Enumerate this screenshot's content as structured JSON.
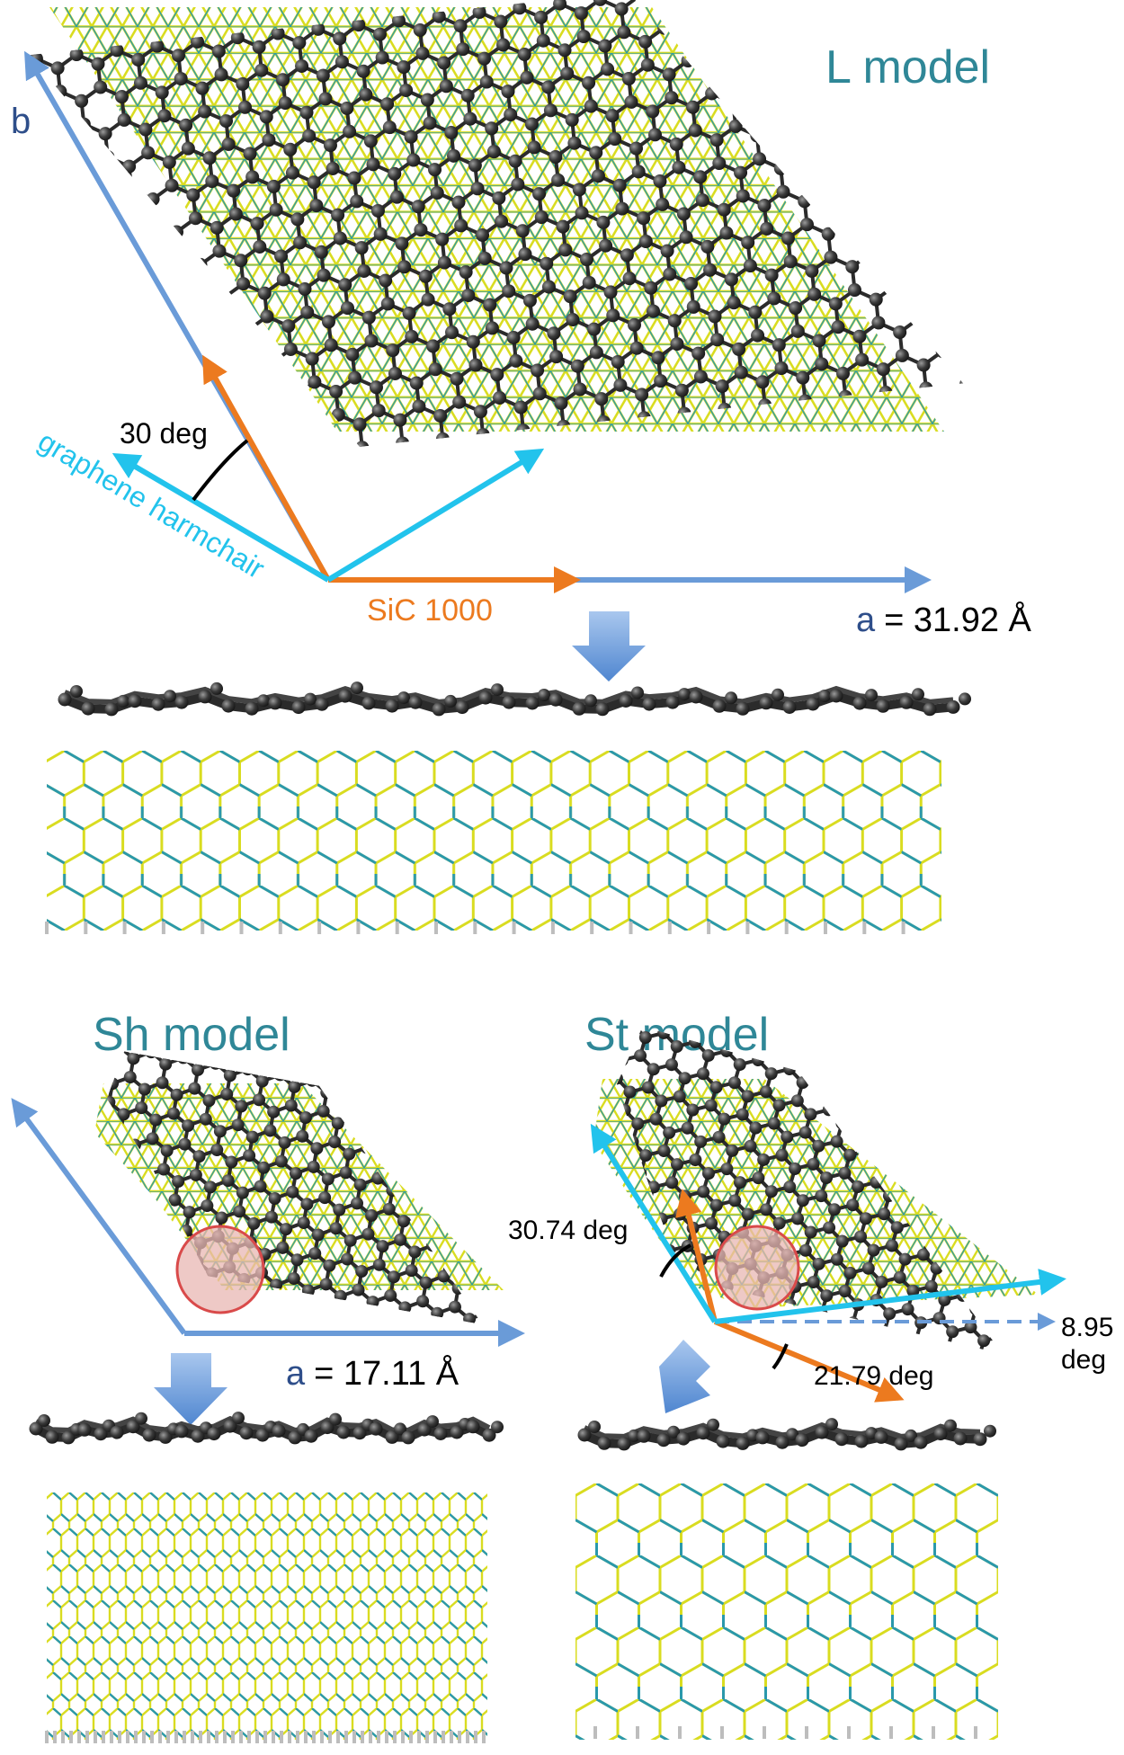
{
  "colors": {
    "vector_blue": "#6a9bd8",
    "vector_orange": "#ec7a1f",
    "vector_cyan": "#22c3ec",
    "carbon": "#3a3a3a",
    "silicon_yellow": "#d9dc20",
    "carbon_teal": "#2a98ab",
    "title_teal": "#2f8797",
    "label_navy": "#2e4e8a",
    "down_arrow": "#6f9fdc",
    "circle_red": "#d94a4a"
  },
  "panel_L": {
    "title": "L model",
    "b_label": "b",
    "angle_label": "30 deg",
    "armchair_label": "graphene harmchair",
    "sic_label": "SiC 1000",
    "a_symbol": "a",
    "a_value": "= 31.92 Å"
  },
  "panel_Sh": {
    "title": "Sh model",
    "a_symbol": "a",
    "a_value": "= 17.11 Å"
  },
  "panel_St": {
    "title": "St model",
    "angle_cyan": "30.74 deg",
    "angle_orange": "21.79 deg",
    "angle_small_1": "8.95",
    "angle_small_2": "deg"
  }
}
